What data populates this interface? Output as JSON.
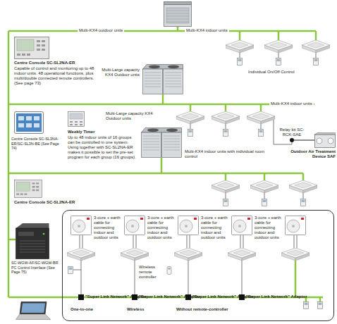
{
  "diagram": {
    "nodes": [
      {
        "text": [
          "Relay kit SC-RCK-SAE"
        ]
      },
      {
        "text": [
          "Outdoor Air Treatment Device SAF"
        ]
      },
      {
        "text": [
          "One-to-one",
          "Wireless",
          "Without remote-controller"
        ]
      },
      {
        "text": [
          "\"Super Link Network\" Adaptor"
        ],
        "in": 2
      },
      {
        "text": [
          "\"Super Link Network\" Adaptor"
        ],
        "in": 2
      },
      {
        "text": [
          "\"Super Link Network\" Adaptor"
        ],
        "in": 2
      },
      {
        "text": [
          "\"Super Link Network\" Adaptor"
        ],
        "in": 2
      }
    ],
    "edges": [
      {
        "from": 0,
        "to": 1,
        "arrow": "none"
      },
      {
        "from": 3,
        "to": 4,
        "arrow": "none"
      },
      {
        "from": 4,
        "to": 5,
        "arrow": "none"
      },
      {
        "from": 5,
        "to": 6,
        "arrow": "none"
      }
    ],
    "labels": [
      "Multi-KX4 outdoor units",
      "Multi-KX4 indoor units",
      "Centre Console SC-SL2NA-ER",
      "Capable of control and monitoring up to 48 indoor units. 48 operational functions, plus multi/double connected remote controllers. (See page 73)",
      "Multi-Large capacity KX4 Outdoor units",
      "Individual On/Off Control",
      "Multi-KX4 indoor units",
      "Multi-KX4 indoor units with individual room control",
      "Centre Console SC-SL3NA-ER/SC-SL3N-BE (See Page 74)",
      "Weekly Timer",
      "Up to 48 indoor units of 16 groups can be controlled in one system. Using together with SC-SL2NA-ER makes it possible to set the pre-set program for each group (16 groups).",
      "Multi-Large capacity KX4 Outdoor units",
      "Centre Console SC-SL2NA-ER",
      "SC-WGW-AF/SC-WGW-BR PC Control Interface (See Page 75)",
      "3-core + earth cable for connecting indoor and outdoor units",
      "3-core + earth cable for connecting indoor and outdoor units",
      "3-core + earth cable for connecting indoor and outdoor units",
      "3-core + earth cable for connecting indoor and outdoor units",
      "Wireless remote controller"
    ]
  }
}
